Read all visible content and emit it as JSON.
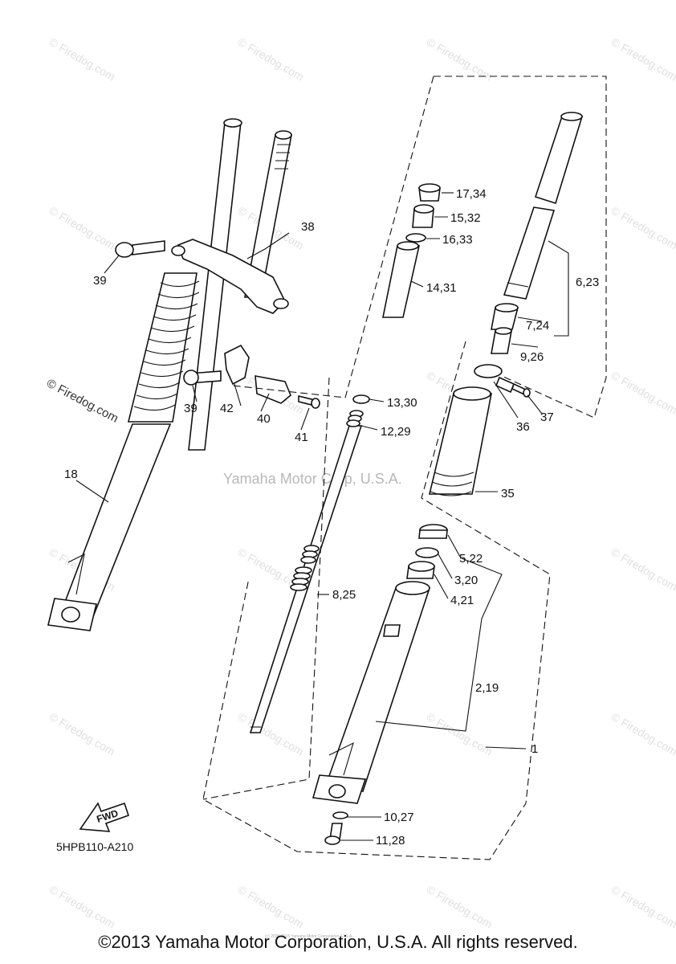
{
  "watermark": "© Firedog.com",
  "center_watermark": "Yamaha Motor Corp, U.S.A.",
  "diagram_code": "5HPB110-A210",
  "fwd_label": "FWD",
  "footer": "©2013 Yamaha Motor Corporation, U.S.A. All rights reserved.",
  "footer_small": "(c) 2005-2015 Yamaha Motor Corporation, U.S.A.",
  "callouts": {
    "c1": "1",
    "c2": "2,19",
    "c3": "3,20",
    "c4": "4,21",
    "c5": "5,22",
    "c6": "6,23",
    "c7": "7,24",
    "c8": "8,25",
    "c9": "9,26",
    "c10": "10,27",
    "c11": "11,28",
    "c12": "12,29",
    "c13": "13,30",
    "c14": "14,31",
    "c15": "15,32",
    "c16": "16,33",
    "c17": "17,34",
    "c18": "18",
    "c35": "35",
    "c36": "36",
    "c37": "37",
    "c38": "38",
    "c39a": "39",
    "c39b": "39",
    "c40": "40",
    "c41": "41",
    "c42": "42"
  }
}
